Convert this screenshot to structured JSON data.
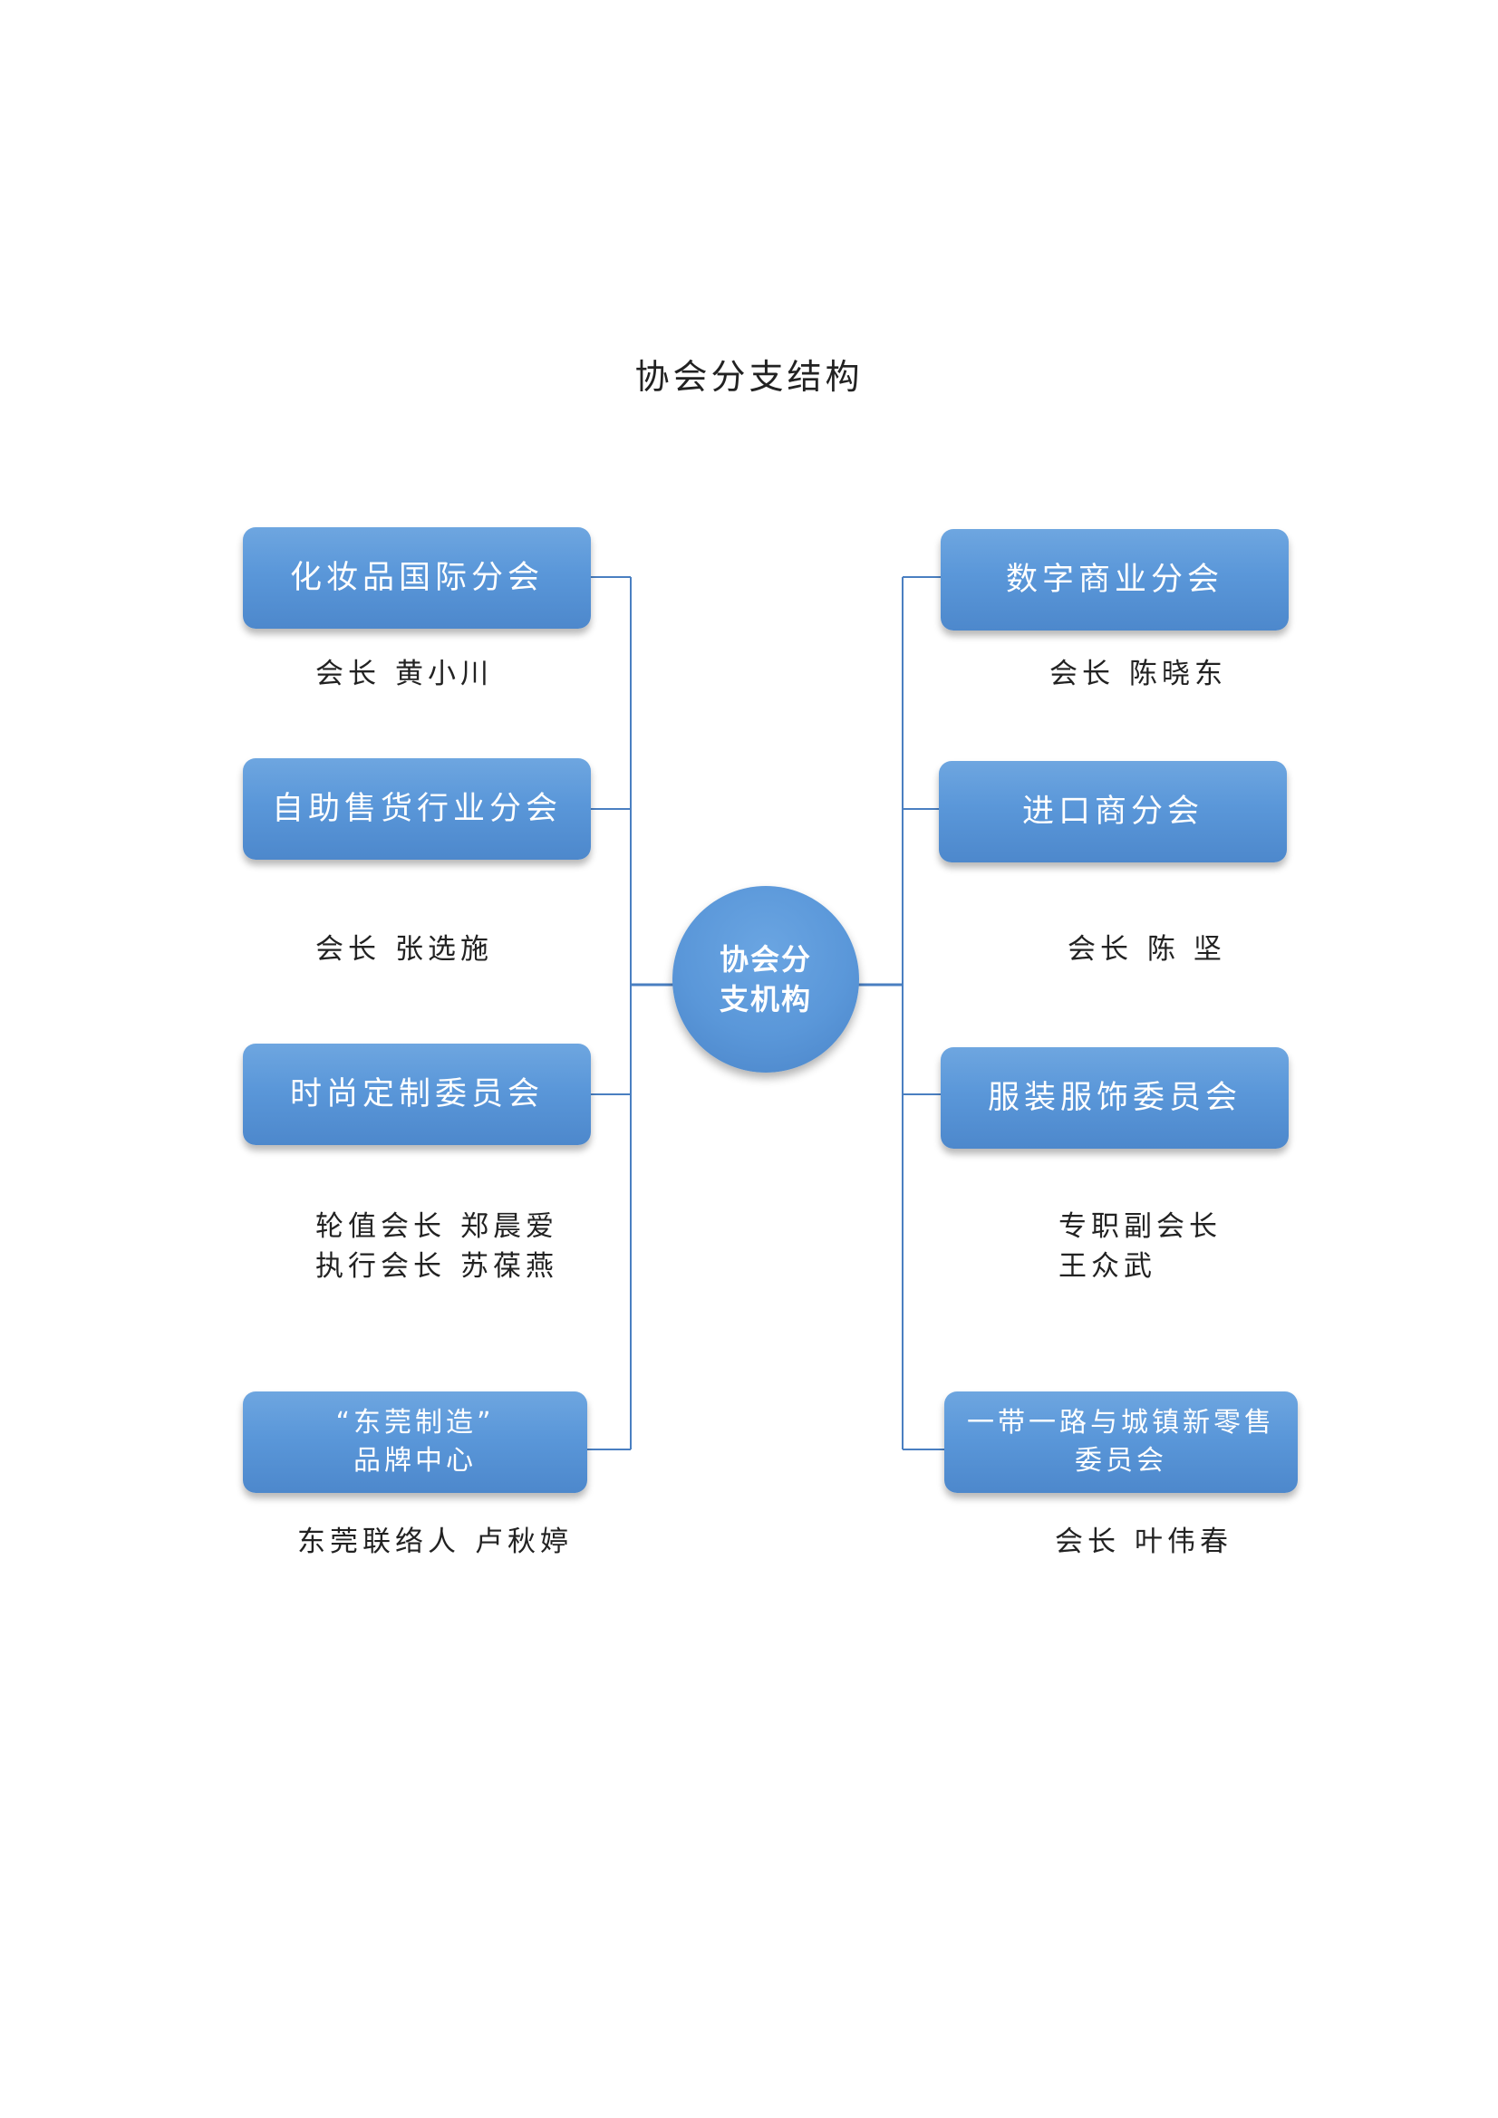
{
  "title": "协会分支结构",
  "center": {
    "line1": "协会分",
    "line2": "支机构"
  },
  "left_branches": [
    {
      "name": "化妆品国际分会",
      "leaders": [
        {
          "role": "会长",
          "person": "黄小川"
        }
      ]
    },
    {
      "name": "自助售货行业分会",
      "leaders": [
        {
          "role": "会长",
          "person": "张选施"
        }
      ]
    },
    {
      "name": "时尚定制委员会",
      "leaders": [
        {
          "role": "轮值会长",
          "person": "郑晨爱"
        },
        {
          "role": "执行会长",
          "person": "苏葆燕"
        }
      ]
    },
    {
      "name_line1": "“东莞制造”",
      "name_line2": "品牌中心",
      "leaders": [
        {
          "role": "东莞联络人",
          "person": "卢秋婷"
        }
      ]
    }
  ],
  "right_branches": [
    {
      "name": "数字商业分会",
      "leaders": [
        {
          "role": "会长",
          "person": "陈晓东"
        }
      ]
    },
    {
      "name": "进口商分会",
      "leaders": [
        {
          "role": "会长",
          "person": "陈 坚"
        }
      ]
    },
    {
      "name": "服装服饰委员会",
      "leaders": [
        {
          "role": "专职副会长",
          "person": "王众武"
        }
      ]
    },
    {
      "name_line1": "一带一路与城镇新零售",
      "name_line2": "委员会",
      "leaders": [
        {
          "role": "会长",
          "person": "叶伟春"
        }
      ]
    }
  ],
  "colors": {
    "box": "#5a97d9",
    "connector": "#4a7fc1",
    "text": "#222222"
  }
}
